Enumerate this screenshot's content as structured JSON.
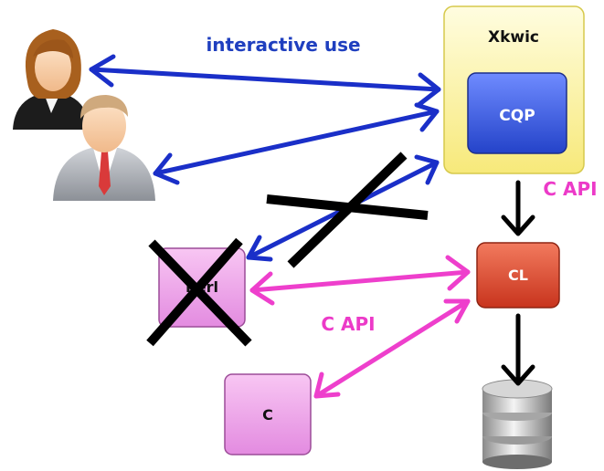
{
  "nodes": {
    "xkwic": {
      "label": "Xkwic"
    },
    "cqp": {
      "label": "CQP"
    },
    "cl": {
      "label": "CL"
    },
    "perl": {
      "label": "Perl"
    },
    "c": {
      "label": "C"
    }
  },
  "edge_labels": {
    "interactive_use": "interactive use",
    "c_api_right": "C API",
    "c_api_center": "C API"
  },
  "colors": {
    "blue_arrow": "#1a2fc8",
    "pink_arrow": "#ee3fcc",
    "black_arrow": "#000000",
    "interactive_text": "#1f3fbf",
    "api_text": "#ec3ac8",
    "xkwic_fill": "#fdf6a3",
    "cqp_fill": "#3a5fe0",
    "cl_fill": "#d9452b",
    "pink_box_fill": "#f0a6ea"
  },
  "icons": [
    "woman-user-icon",
    "man-user-icon",
    "database-icon"
  ]
}
